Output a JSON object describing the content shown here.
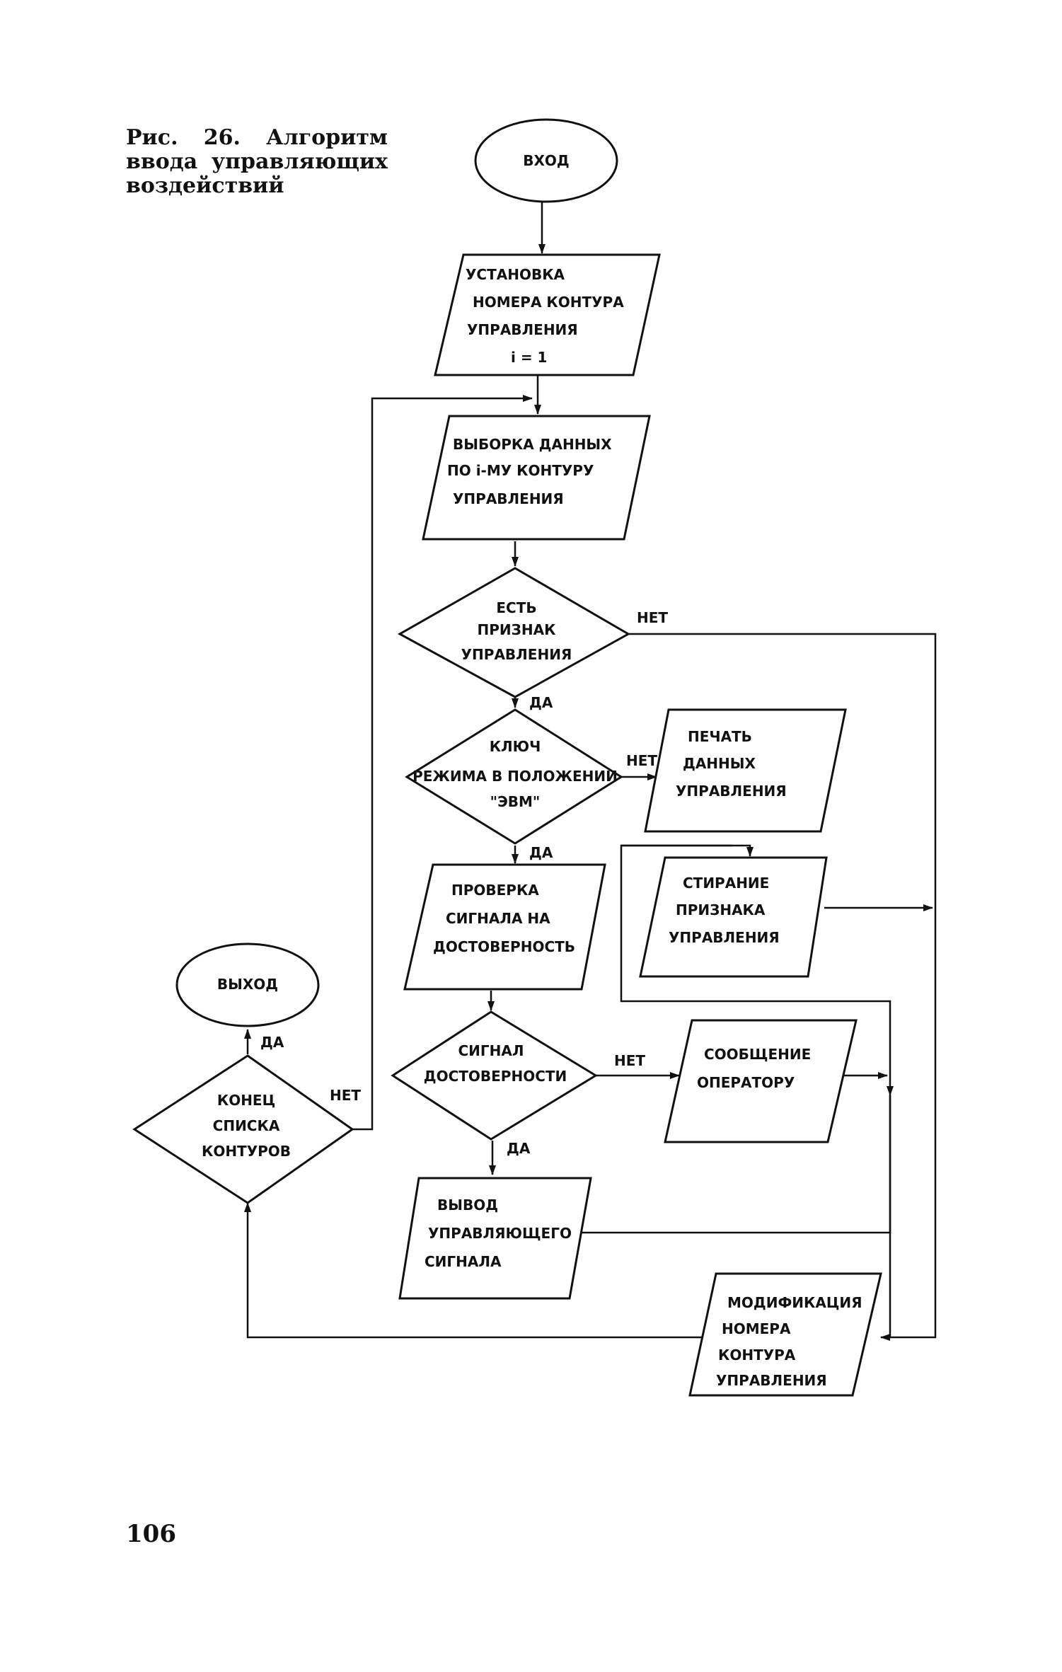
{
  "caption": {
    "line1": [
      "Рис.",
      "26.",
      "Алгоритм"
    ],
    "line2": [
      "ввода",
      "управляющих"
    ],
    "line3": "воздействий"
  },
  "page_number": "106",
  "nodes": {
    "entry": "ВХОД",
    "set_contour": [
      "УСТАНОВКА",
      "НОМЕРА КОНТУРА",
      "УПРАВЛЕНИЯ",
      "i = 1"
    ],
    "fetch_data": [
      "ВЫБОРКА ДАННЫХ",
      "ПО i-МУ КОНТУРУ",
      "УПРАВЛЕНИЯ"
    ],
    "has_sign": [
      "ЕСТЬ",
      "ПРИЗНАК",
      "УПРАВЛЕНИЯ"
    ],
    "mode_key": [
      "КЛЮЧ",
      "РЕЖИМА В ПОЛОЖЕНИИ",
      "\"ЭВМ\""
    ],
    "print_data": [
      "ПЕЧАТЬ",
      "ДАННЫХ",
      "УПРАВЛЕНИЯ"
    ],
    "erase_sign": [
      "СТИРАНИЕ",
      "ПРИЗНАКА",
      "УПРАВЛЕНИЯ"
    ],
    "check_signal": [
      "ПРОВЕРКА",
      "СИГНАЛА НА",
      "ДОСТОВЕРНОСТЬ"
    ],
    "signal_valid": [
      "СИГНАЛ",
      "ДОСТОВЕРНОСТИ"
    ],
    "operator_msg": [
      "СООБЩЕНИЕ",
      "ОПЕРАТОРУ"
    ],
    "output_signal": [
      "ВЫВОД",
      "УПРАВЛЯЮЩЕГО",
      "СИГНАЛА"
    ],
    "modify_contour": [
      "МОДИФИКАЦИЯ",
      "НОМЕРА",
      "КОНТУРА",
      "УПРАВЛЕНИЯ"
    ],
    "end_list": [
      "КОНЕЦ",
      "СПИСКА",
      "КОНТУРОВ"
    ],
    "exit": "ВЫХОД"
  },
  "edge_labels": {
    "has_sign_no": "НЕТ",
    "has_sign_yes": "ДА",
    "mode_key_no": "НЕТ",
    "mode_key_yes": "ДА",
    "signal_valid_no": "НЕТ",
    "signal_valid_yes": "ДА",
    "end_list_no": "НЕТ",
    "end_list_yes": "ДА"
  }
}
